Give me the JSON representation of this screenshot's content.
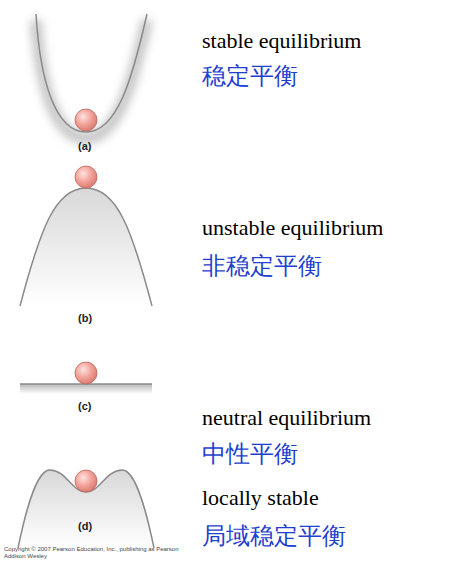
{
  "diagram": {
    "labels": [
      "(a)",
      "stable equilibrium",
      "稳定平衡",
      "(b)",
      "unstable equilibrium",
      "非稳定平衡",
      "(c)",
      "neutral equilibrium",
      "中性平衡",
      "(d)",
      "locally stable",
      "局域稳定平衡",
      "Copyright © 2007 Pearson Education, Inc., publishing as Pearson Addison Wesley"
    ]
  }
}
